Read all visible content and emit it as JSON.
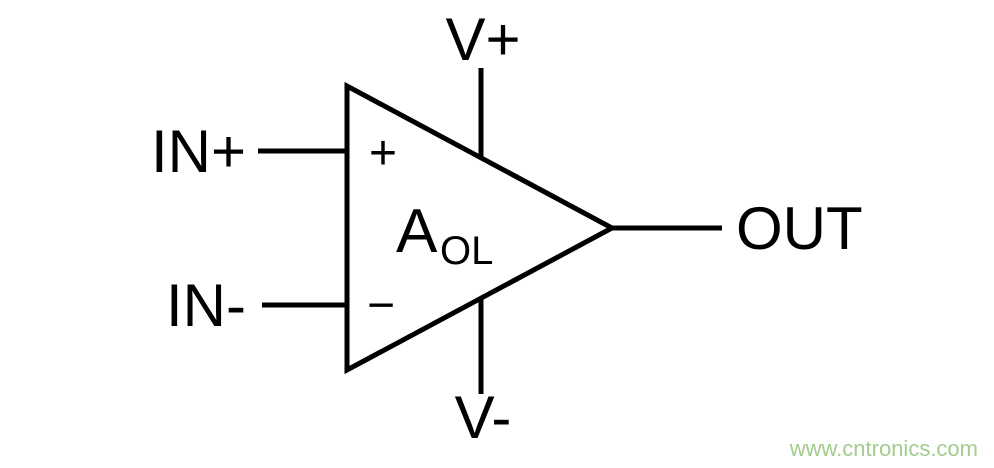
{
  "diagram": {
    "title": "op-amp-symbol",
    "labels": {
      "supply_positive": "V+",
      "supply_negative": "V-",
      "input_positive": "IN+",
      "input_negative": "IN-",
      "output": "OUT",
      "gain_main": "A",
      "gain_subscript": "OL",
      "noninverting_sign": "+",
      "inverting_sign": "−"
    },
    "colors": {
      "line": "#000000",
      "background": "#ffffff",
      "watermark": "#a3cc8f"
    },
    "watermark_text": "www.cntronics.com"
  }
}
